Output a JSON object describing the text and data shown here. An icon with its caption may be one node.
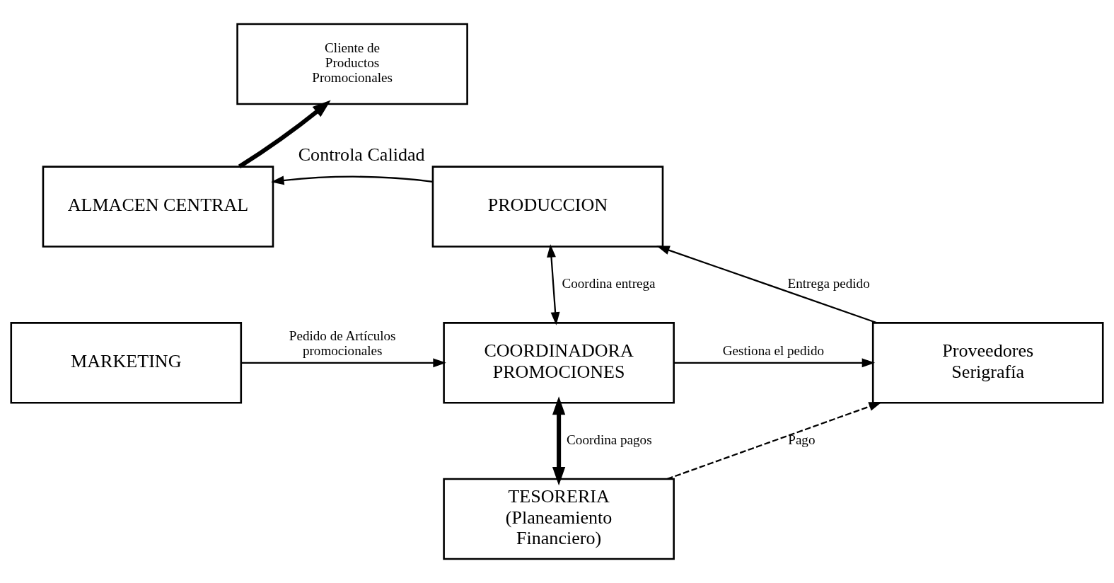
{
  "diagram": {
    "nodes": [
      {
        "text": [
          "Cliente de Productos Promocionales"
        ]
      },
      {
        "text": [
          "ALMACEN CENTRAL"
        ]
      },
      {
        "text": [
          "PRODUCCION"
        ],
        "beside": [
          "Controla Calidad"
        ]
      },
      {
        "text": [
          "MARKETING"
        ]
      },
      {
        "text": [
          "COORDINADORA PROMOCIONES"
        ]
      },
      {
        "text": [
          "Proveedores Serigrafía"
        ]
      },
      {
        "text": [
          "TESORERIA (Planeamiento Financiero)"
        ]
      }
    ],
    "edges": [
      {
        "from": 1,
        "to": 0,
        "arrow": "to",
        "style": "thick"
      },
      {
        "from": 2,
        "to": 1,
        "arrow": "to"
      },
      {
        "from": 5,
        "to": 2,
        "arrow": "to",
        "label": "Entrega pedido"
      },
      {
        "from": 2,
        "to": 4,
        "arrow": "both",
        "label": "Coordina entrega"
      },
      {
        "from": 3,
        "to": 4,
        "arrow": "to",
        "label": "Pedido de Artículos promocionales"
      },
      {
        "from": 4,
        "to": 5,
        "arrow": "to",
        "label": "Gestiona el pedido"
      },
      {
        "from": 4,
        "to": 6,
        "arrow": "both",
        "label": "Coordina pagos",
        "style": "thick"
      },
      {
        "from": 6,
        "to": 5,
        "arrow": "to",
        "label": "Pago",
        "style": "dashed"
      }
    ]
  }
}
